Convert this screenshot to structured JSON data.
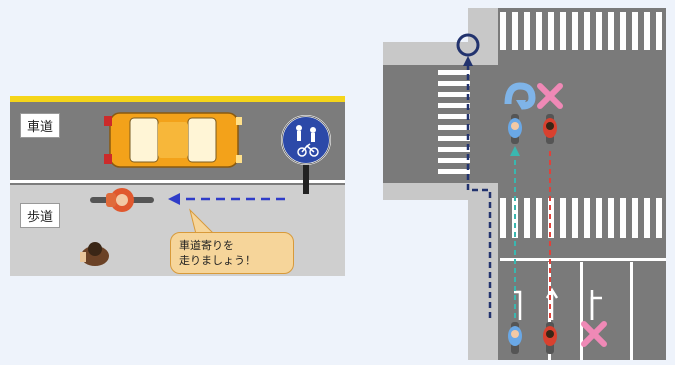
{
  "left": {
    "roadway_label": "車道",
    "sidewalk_label": "歩道",
    "bubble_line1": "車道寄りを",
    "bubble_line2": "走りましょう！"
  },
  "right": {
    "ok_symbol": "○"
  },
  "colors": {
    "road": "#7c7c7c",
    "sidewalk": "#c9c9c9",
    "curb_yellow": "#f5d51a",
    "car": "#f3a21a",
    "sign_blue": "#2c49a8",
    "arrow_blue": "#2f3cc8",
    "ok_path": "#22336e",
    "bad_path": "#e0413a",
    "teal_path": "#3ab7b0",
    "bad_mark": "#ef89b6",
    "ok_mark": "#7fb4e8"
  }
}
